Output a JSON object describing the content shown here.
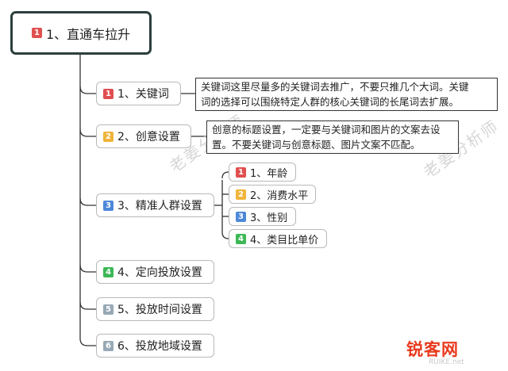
{
  "root": {
    "badge": "1",
    "label": "1、直通车拉升"
  },
  "nodes": [
    {
      "badge": "1",
      "label": "1、关键词",
      "note": [
        "关键词这里尽量多的关键词去推广，不要只推几个大词。关键",
        "词的选择可以围绕特定人群的核心关键词的长尾词去扩展。"
      ]
    },
    {
      "badge": "2",
      "label": "2、创意设置",
      "note": [
        "创意的标题设置，一定要与关键词和图片的文案去设",
        "置。不要关键词与创意标题、图片文案不匹配。"
      ]
    },
    {
      "badge": "3",
      "label": "3、精准人群设置"
    },
    {
      "badge": "4",
      "label": "4、定向投放设置"
    },
    {
      "badge": "5",
      "label": "5、投放时间设置"
    },
    {
      "badge": "6",
      "label": "6、投放地域设置"
    }
  ],
  "subnodes": [
    {
      "badge": "1",
      "label": "1、年龄"
    },
    {
      "badge": "2",
      "label": "2、消费水平"
    },
    {
      "badge": "3",
      "label": "3、性别"
    },
    {
      "badge": "4",
      "label": "4、类目比单价"
    }
  ],
  "watermark": {
    "text_1": "老姜分析师",
    "text_2": "老姜分析师",
    "brand": "锐客网",
    "brand_sub": "RUIKE.net"
  }
}
